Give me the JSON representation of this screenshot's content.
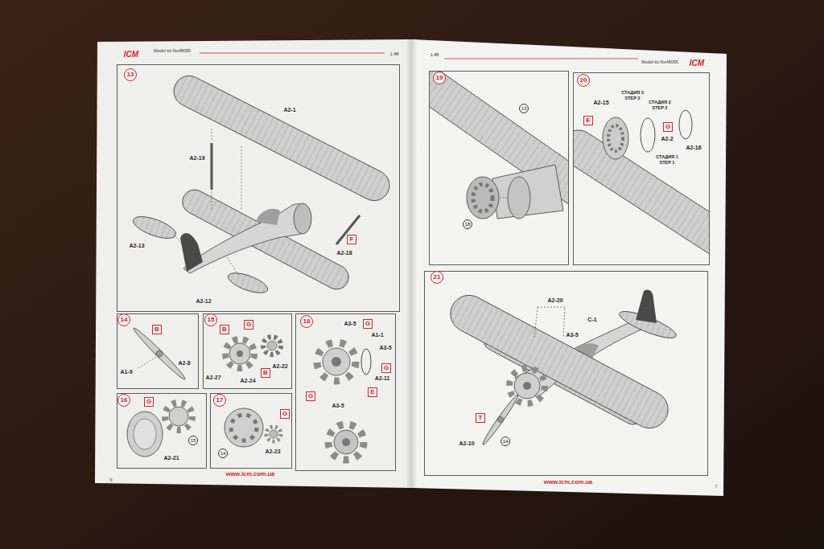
{
  "diagram": {
    "nodes": [
      {
        "text": [
          "13",
          "A2-1",
          "A2-19",
          "A2-13",
          "A2-12",
          "A2-18"
        ]
      },
      {
        "text": [
          "F"
        ],
        "in": 0
      },
      {
        "text": [
          "14",
          "A2-8",
          "A1-9"
        ]
      },
      {
        "text": [
          "B"
        ],
        "in": 2
      },
      {
        "text": [
          "15",
          "A2-22",
          "A2-27",
          "A2-24"
        ]
      },
      {
        "text": [
          "G"
        ],
        "in": 4
      },
      {
        "text": [
          "B"
        ],
        "in": 4
      },
      {
        "text": [
          "B"
        ],
        "in": 4
      },
      {
        "text": [
          "18",
          "A3-5",
          "A1-1",
          "A3-5",
          "A2-11",
          "A3-5"
        ]
      },
      {
        "text": [
          "G"
        ],
        "in": 8
      },
      {
        "text": [
          "G"
        ],
        "in": 8
      },
      {
        "text": [
          "E"
        ],
        "in": 8
      },
      {
        "text": [
          "G"
        ],
        "in": 8
      },
      {
        "text": [
          "16",
          "A2-21"
        ]
      },
      {
        "text": [
          "G"
        ],
        "in": 13
      },
      {
        "text": [
          "15"
        ],
        "in": 13
      },
      {
        "text": [
          "17",
          "A2-23"
        ]
      },
      {
        "text": [
          "G"
        ],
        "in": 16
      },
      {
        "text": [
          "14"
        ],
        "in": 16
      },
      {
        "text": [
          "19"
        ]
      },
      {
        "text": [
          "13"
        ],
        "in": 19
      },
      {
        "text": [
          "18"
        ],
        "in": 19
      },
      {
        "text": [
          "20",
          "A2-15",
          "СТАДИЯ 3",
          "STEP 3",
          "СТАДИЯ 2",
          "STEP 2",
          "A2-2",
          "A2-16",
          "СТАДИЯ 1",
          "STEP 1"
        ]
      },
      {
        "text": [
          "E"
        ],
        "in": 22
      },
      {
        "text": [
          "G"
        ],
        "in": 22
      },
      {
        "text": [
          "21",
          "A2-20",
          "C-1",
          "A3-5",
          "A2-10"
        ]
      },
      {
        "text": [
          "T"
        ],
        "in": 25
      },
      {
        "text": [
          "14"
        ],
        "in": 25
      }
    ],
    "labels": [
      "ICM",
      "Model kit No48095",
      "1:48",
      "1:48",
      "Model kit No48095",
      "ICM",
      "6",
      "www.icm.com.ua",
      "www.icm.com.ua",
      "7"
    ]
  }
}
